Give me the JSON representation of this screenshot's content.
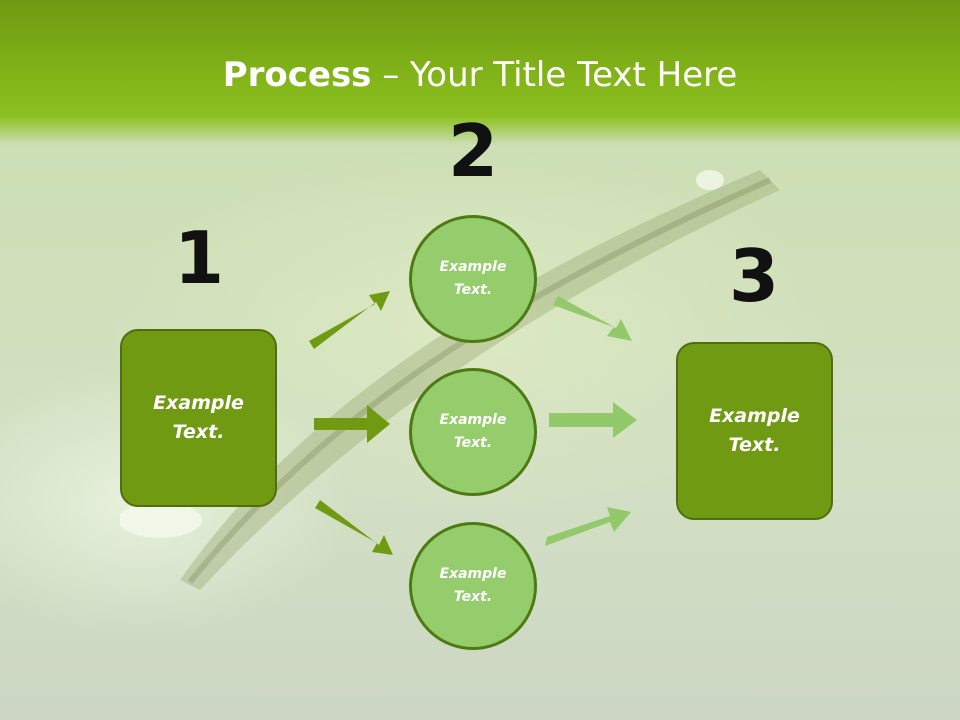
{
  "slide": {
    "title_bold": "Process",
    "title_rest": " – Your Title Text Here"
  },
  "steps": {
    "step1_number": "1",
    "step2_number": "2",
    "step3_number": "3"
  },
  "nodes": {
    "start_box": "Example\nText.",
    "circle_top": "Example\nText.",
    "circle_middle": "Example\nText.",
    "circle_bottom": "Example\nText.",
    "end_box": "Example\nText."
  },
  "colors": {
    "header_green": "#83b519",
    "box_fill": "#6f9a12",
    "circle_fill": "#95cc6c",
    "arrow_dark": "#6f9a12",
    "arrow_light": "#92c96a"
  }
}
